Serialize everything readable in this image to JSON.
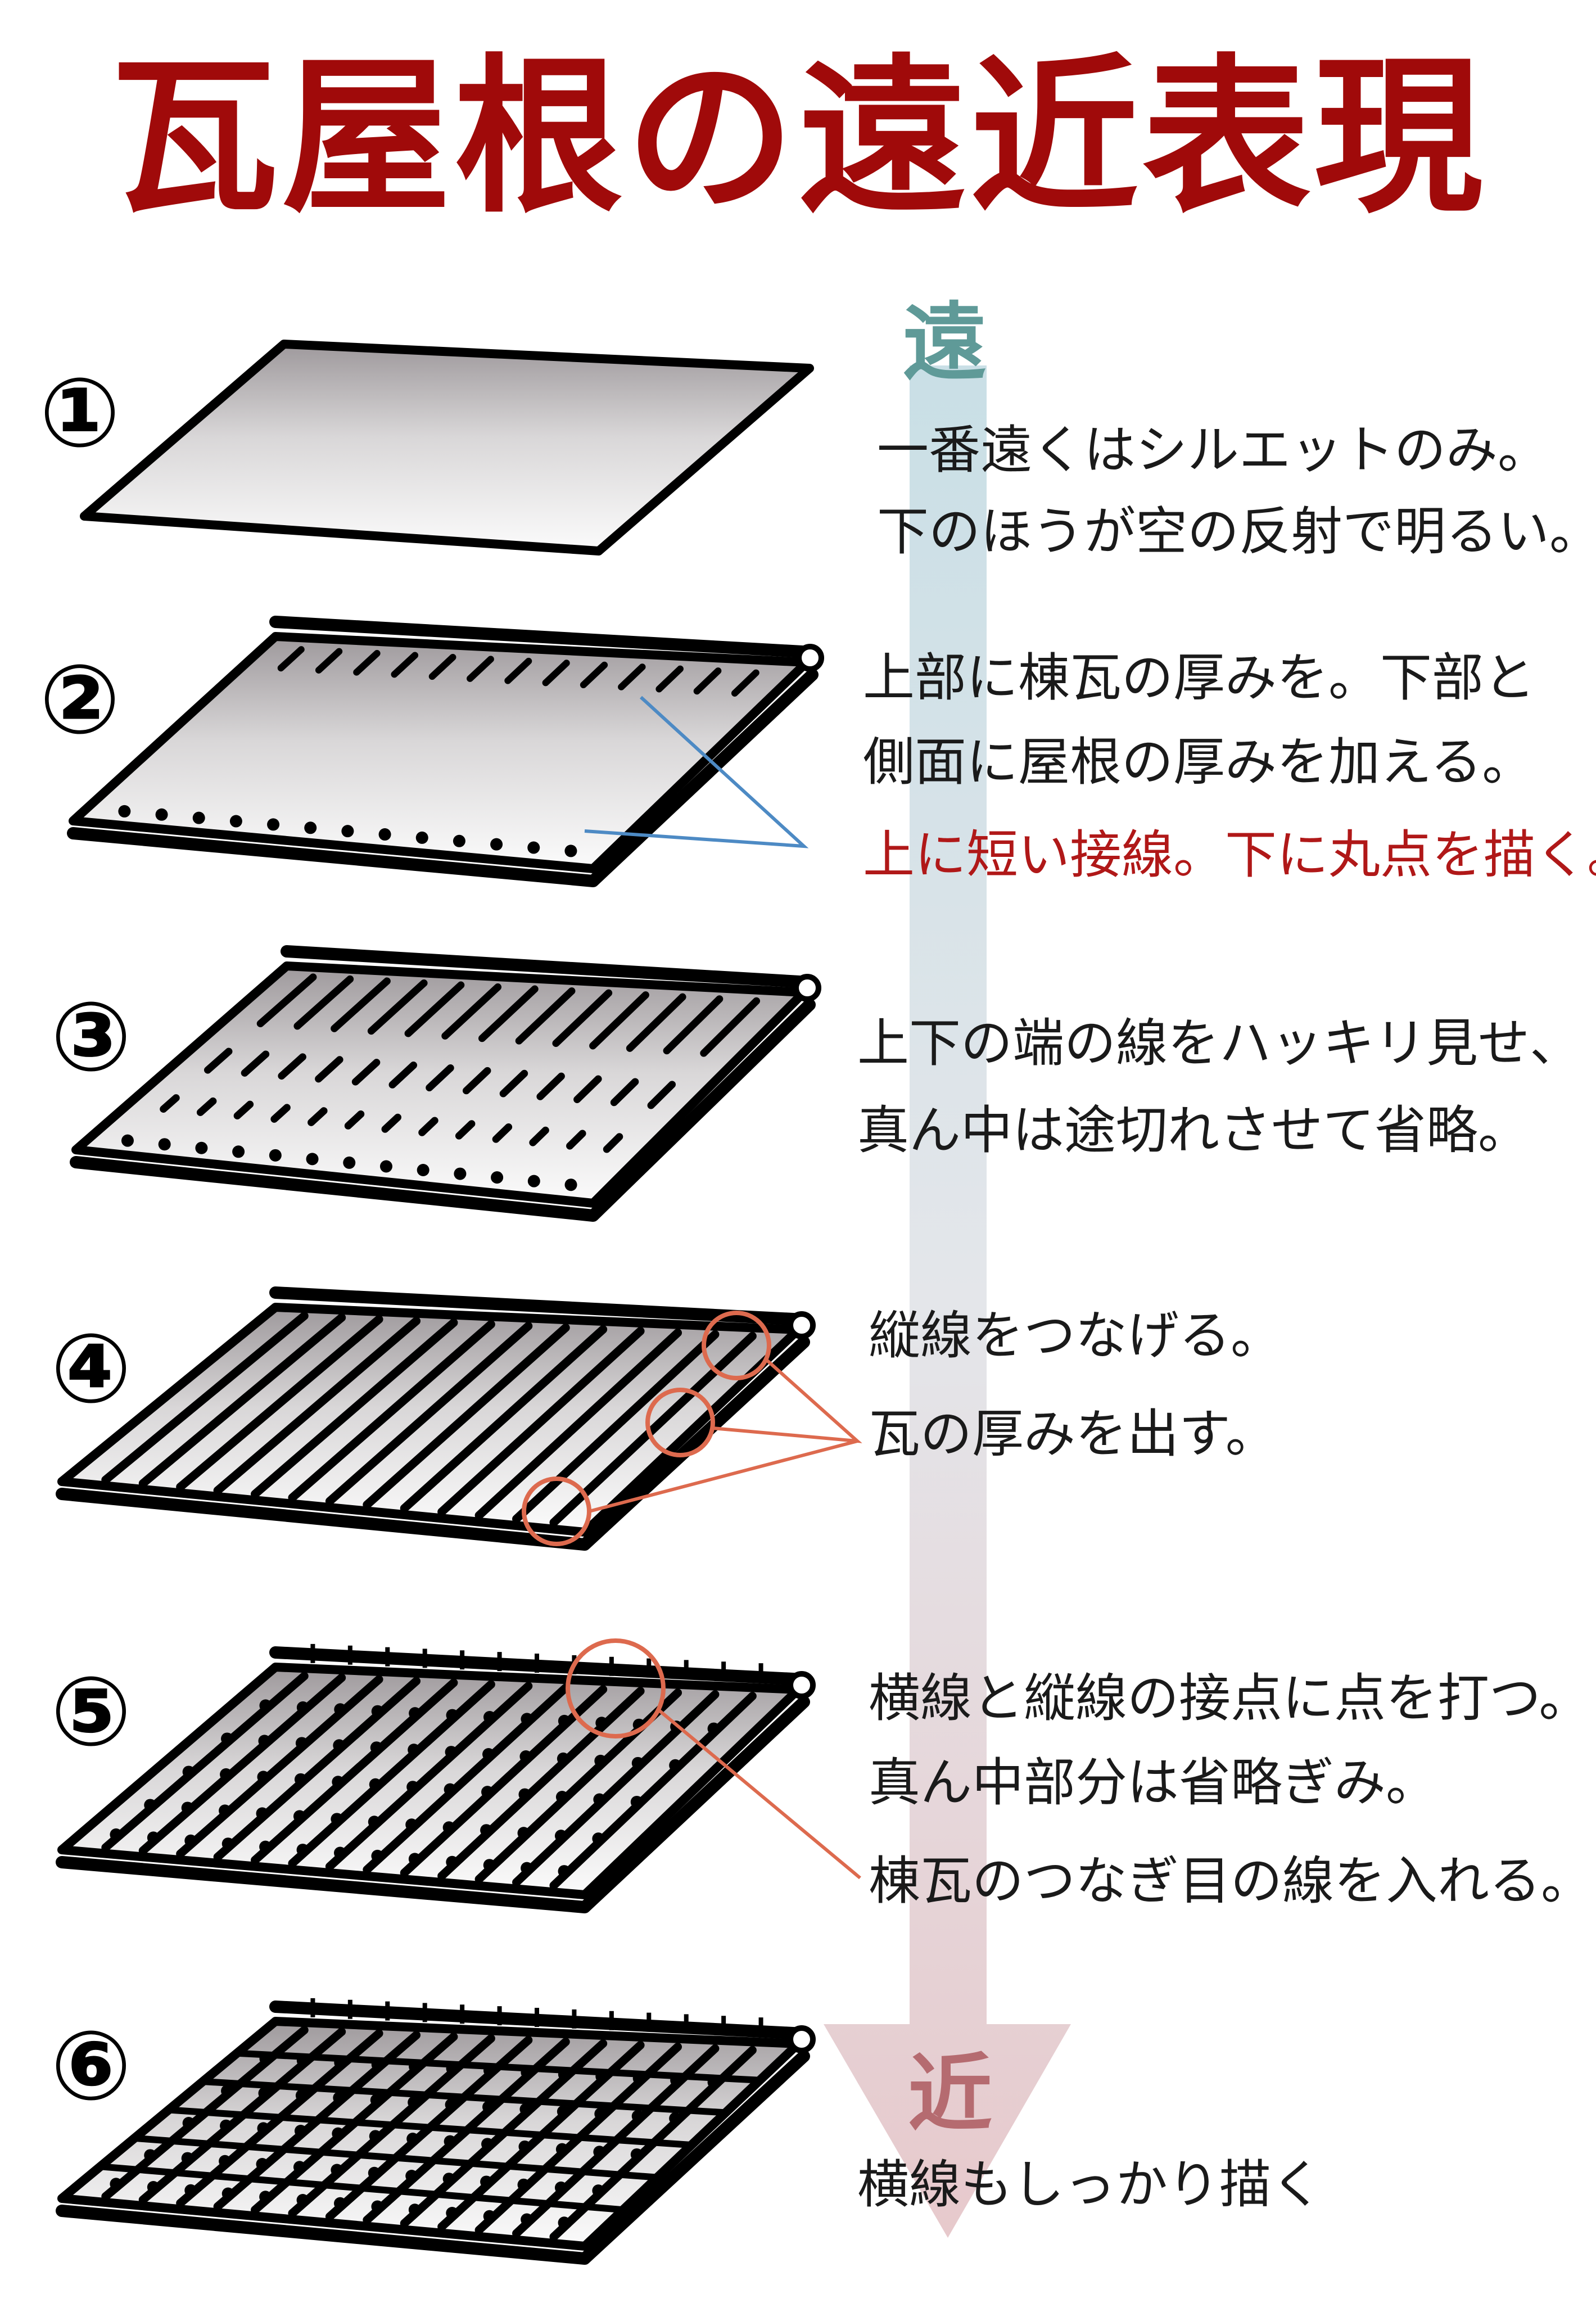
{
  "title": "瓦屋根の遠近表現",
  "arrow": {
    "top_label": "遠",
    "bottom_label": "近",
    "top_color": "#5f9a98",
    "bottom_color": "#b56b70"
  },
  "colors": {
    "title": "#a00a0a",
    "highlight_text": "#b01818",
    "leader_blue": "#4d8ac4",
    "circle_orange": "#dd6a4e"
  },
  "steps": [
    {
      "number": "①",
      "lines": [
        "一番遠くはシルエットのみ。",
        "下のほうが空の反射で明るい。"
      ]
    },
    {
      "number": "②",
      "lines": [
        "上部に棟瓦の厚みを。下部と",
        "側面に屋根の厚みを加える。"
      ],
      "highlight": "上に短い接線。下に丸点を描く。"
    },
    {
      "number": "③",
      "lines": [
        "上下の端の線をハッキリ見せ、",
        "真ん中は途切れさせて省略。"
      ]
    },
    {
      "number": "④",
      "lines": [
        "縦線をつなげる。",
        "瓦の厚みを出す。"
      ]
    },
    {
      "number": "⑤",
      "lines": [
        "横線と縦線の接点に点を打つ。",
        "真ん中部分は省略ぎみ。",
        "棟瓦のつなぎ目の線を入れる。"
      ]
    },
    {
      "number": "⑥",
      "lines": [
        "横線もしっかり描く"
      ]
    }
  ]
}
